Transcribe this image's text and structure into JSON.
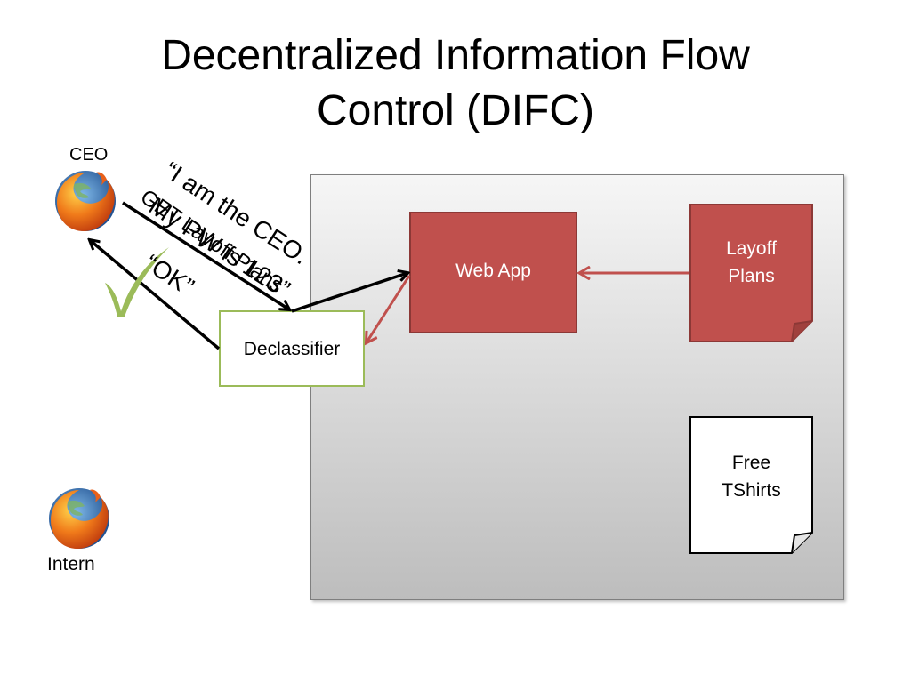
{
  "title": {
    "line1": "Decentralized Information Flow",
    "line2": "Control (DIFC)"
  },
  "actors": {
    "ceo_label": "CEO",
    "intern_label": "Intern",
    "browser_icon": "firefox-icon"
  },
  "nodes": {
    "web_app": "Web App",
    "declassifier": "Declassifier",
    "layoff_plans": [
      "Layoff",
      "Plans"
    ],
    "free_tshirts": [
      "Free",
      "TShirts"
    ]
  },
  "messages": {
    "ceo_claim_line1": "“I am the CEO.",
    "ceo_claim_line2": "My PW is 123”",
    "request_behind": "GET Layoff Plans",
    "reply": "“OK”",
    "check_icon": "checkmark-icon"
  },
  "colors": {
    "red_node": "#c0504d",
    "red_arrow": "#c0504d",
    "declassifier_border": "#9bbb59",
    "check": "#9bbb59"
  }
}
